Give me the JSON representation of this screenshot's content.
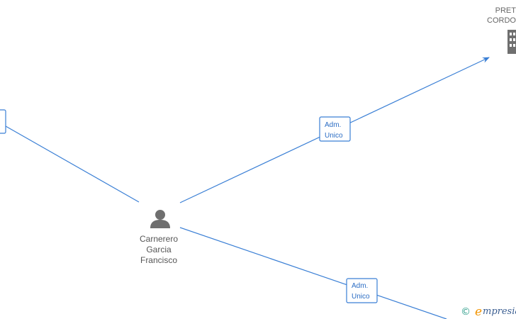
{
  "person": {
    "name_lines": [
      "Carnerero",
      "Garcia",
      "Francisco"
    ],
    "icon": "person-icon"
  },
  "company_top_right": {
    "label_lines": [
      "PRET",
      "CORDO"
    ],
    "icon": "building-icon"
  },
  "edges": [
    {
      "id": "edge-to-top-right",
      "label_lines": [
        "Adm.",
        "Unico"
      ]
    },
    {
      "id": "edge-to-bottom-right",
      "label_lines": [
        "Adm.",
        "Unico"
      ]
    },
    {
      "id": "edge-to-left",
      "label_lines": []
    }
  ],
  "watermark": {
    "copyright": "©",
    "brand_initial": "e",
    "brand_rest": "mpresia"
  },
  "colors": {
    "edge": "#3a7fd5",
    "node_icon": "#6f6f6f",
    "brand_orange": "#f29400",
    "brand_blue": "#3b5e91"
  }
}
